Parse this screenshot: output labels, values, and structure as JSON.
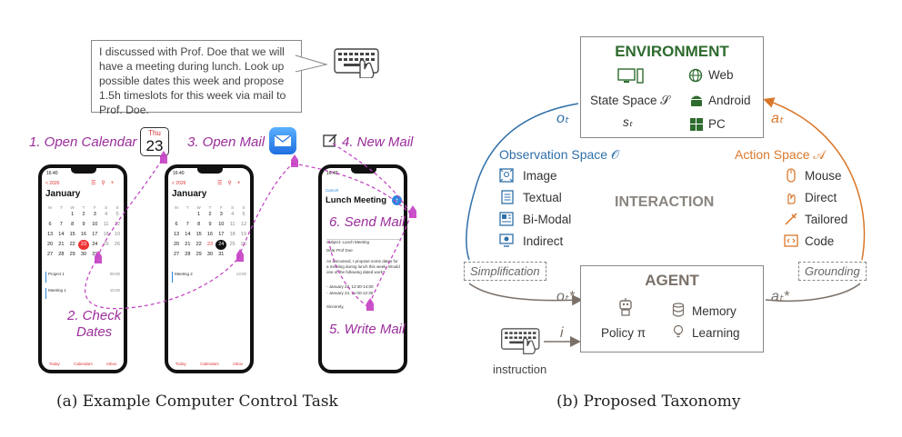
{
  "panel_a": {
    "instruction_bubble": "I discussed with Prof. Doe that we will have a meeting during lunch. Look up possible dates this week and propose 1.5h timeslots for this week via mail to Prof. Doe.",
    "steps": {
      "open_calendar": "1. Open Calendar",
      "check_dates_line1": "2. Check",
      "check_dates_line2": "Dates",
      "open_mail": "3. Open Mail",
      "new_mail": "4. New Mail",
      "write_mail": "5. Write Mail",
      "send_mail": "6. Send Mail"
    },
    "calendar_icon": {
      "month": "Thu",
      "day": "23"
    },
    "phone_calendar": {
      "status_time": "16:40",
      "back_label": "< 2026",
      "month": "January",
      "weekdays": [
        "M",
        "T",
        "W",
        "T",
        "F",
        "S",
        "S"
      ],
      "weeks": [
        [
          "",
          "",
          "1",
          "2",
          "3",
          "4",
          "5"
        ],
        [
          "6",
          "7",
          "8",
          "9",
          "10",
          "11",
          "12"
        ],
        [
          "13",
          "14",
          "15",
          "16",
          "17",
          "18",
          "19"
        ],
        [
          "20",
          "21",
          "22",
          "23",
          "24",
          "25",
          "26"
        ],
        [
          "27",
          "28",
          "29",
          "30",
          "31",
          "",
          ""
        ]
      ],
      "tabs": [
        "Today",
        "Calendars",
        "Inbox"
      ]
    },
    "phone1_events": [
      {
        "title": "Project 1",
        "time": "09:00"
      },
      {
        "title": "Meeting 1",
        "time": "15:00"
      }
    ],
    "phone2_events": [
      {
        "title": "Meeting 2",
        "time": "13:00"
      }
    ],
    "phone_mail": {
      "status_time": "16:40",
      "cancel": "Cancel",
      "title": "Lunch Meeting",
      "subject_line": "Subject: Lunch Meeting",
      "greeting": "Dear Prof Doe",
      "body": "As discussed, I propose some dates for a meeting during lunch this week. Would one of the following dated work?",
      "options": [
        "- January 23, 12:30-14:00",
        "- January 24, 11:00-12:30"
      ],
      "closing": "Sincerely,"
    },
    "caption": "(a) Example Computer Control Task"
  },
  "panel_b": {
    "environment": {
      "title": "ENVIRONMENT",
      "state_space": "State Space 𝒮",
      "state_symbol": "sₜ",
      "envs": [
        "Web",
        "Android",
        "PC"
      ]
    },
    "observation": {
      "title": "Observation Space 𝒪",
      "items": [
        "Image",
        "Textual",
        "Bi-Modal",
        "Indirect"
      ]
    },
    "action": {
      "title": "Action Space 𝒜",
      "items": [
        "Mouse",
        "Direct",
        "Tailored",
        "Code"
      ]
    },
    "interaction": "INTERACTION",
    "simplification": "Simplification",
    "grounding": "Grounding",
    "agent": {
      "title": "AGENT",
      "policy": "Policy π",
      "memory": "Memory",
      "learning": "Learning"
    },
    "symbols": {
      "o_t": "oₜ",
      "a_t": "aₜ",
      "o_t_star": "oₜ*",
      "a_t_star": "aₜ*",
      "i": "i"
    },
    "instruction_label": "instruction",
    "caption": "(b) Proposed Taxonomy"
  },
  "colors": {
    "step_purple": "#9b2e9b",
    "env_green": "#2e6b2e",
    "observation_blue": "#2f6fa8",
    "action_orange": "#d9772a",
    "agent_gray": "#7a7068"
  }
}
